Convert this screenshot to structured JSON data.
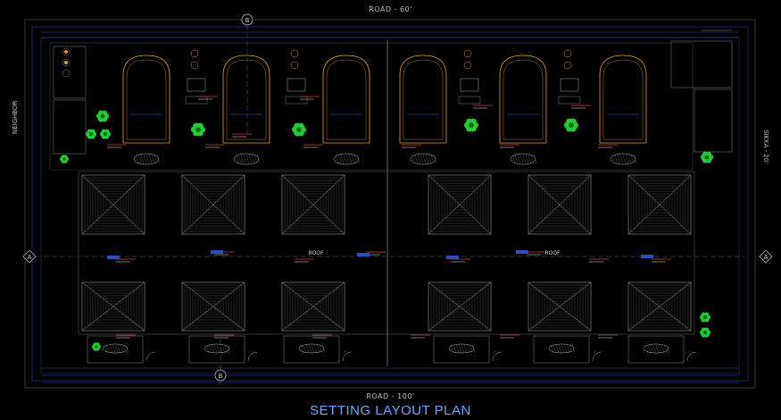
{
  "drawing": {
    "title": "SETTING LAYOUT PLAN",
    "road_top": "ROAD - 60'",
    "road_bottom": "ROAD - 100'",
    "side_left": "NEIGHBOR",
    "side_right": "SIKKA - 20'",
    "grid_marker_b": "B",
    "grid_marker_a": "A",
    "roof_label": "ROOF"
  },
  "colors": {
    "background": "#000000",
    "title": "#6ea6ff",
    "roof_hatch": "#9a9a9a",
    "pool_outline": "#e0a040",
    "trees": "#22cc33",
    "dimension_lines": "#2a4fbf",
    "grid_lines": "#7a7a7a"
  }
}
